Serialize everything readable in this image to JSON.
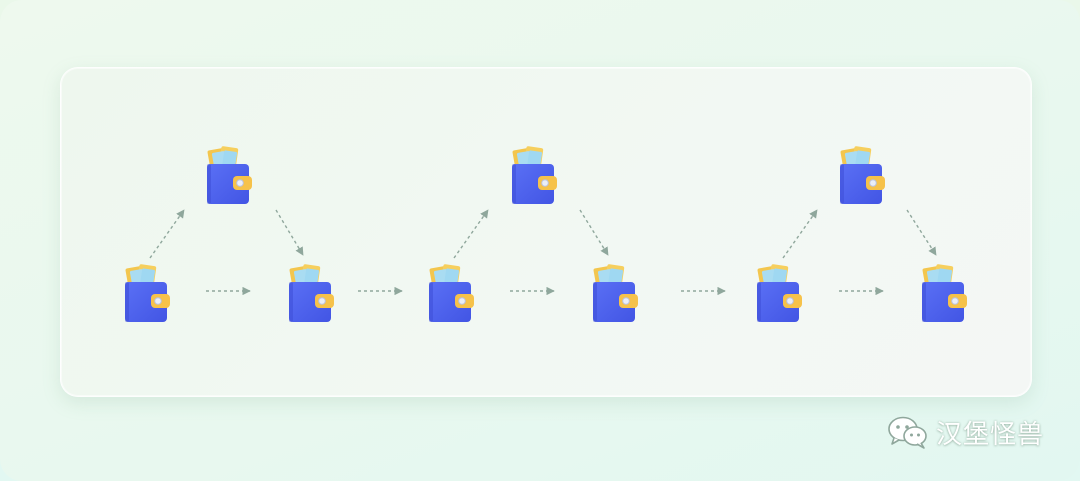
{
  "diagram": {
    "nodes": [
      {
        "id": "w1"
      },
      {
        "id": "w2"
      },
      {
        "id": "w3"
      },
      {
        "id": "w4"
      },
      {
        "id": "w5"
      },
      {
        "id": "w6"
      },
      {
        "id": "w7"
      },
      {
        "id": "w8"
      },
      {
        "id": "w9"
      }
    ],
    "edges": [
      {
        "from": "w1",
        "to": "w2"
      },
      {
        "from": "w1",
        "to": "w3"
      },
      {
        "from": "w2",
        "to": "w3"
      },
      {
        "from": "w3",
        "to": "w4"
      },
      {
        "from": "w4",
        "to": "w5"
      },
      {
        "from": "w4",
        "to": "w6"
      },
      {
        "from": "w5",
        "to": "w6"
      },
      {
        "from": "w6",
        "to": "w7"
      },
      {
        "from": "w7",
        "to": "w8"
      },
      {
        "from": "w7",
        "to": "w9"
      },
      {
        "from": "w8",
        "to": "w9"
      }
    ]
  },
  "colors": {
    "wallet_body": "#4f63f0",
    "wallet_shade": "#3f50d8",
    "clasp": "#f6c24a",
    "card_yellow": "#f3c64e",
    "card_blue": "#9fd8f2",
    "arrow": "#8fa79c"
  },
  "watermark": {
    "icon": "wechat-icon",
    "text": "汉堡怪兽"
  }
}
